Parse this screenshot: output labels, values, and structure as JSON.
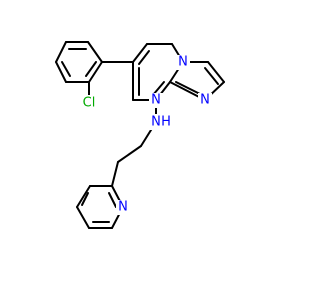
{
  "structure": {
    "atom_labels": {
      "chlorine": "Cl",
      "pyrazine_n7": "N",
      "bridgehead_n": "N",
      "imidazole_n": "N",
      "amine_n": "N",
      "amine_h": "H",
      "pyridine_n": "N"
    },
    "colors": {
      "bond": "#000000",
      "nitrogen": "#0000ff",
      "chlorine": "#00aa00",
      "background": "#ffffff"
    }
  }
}
